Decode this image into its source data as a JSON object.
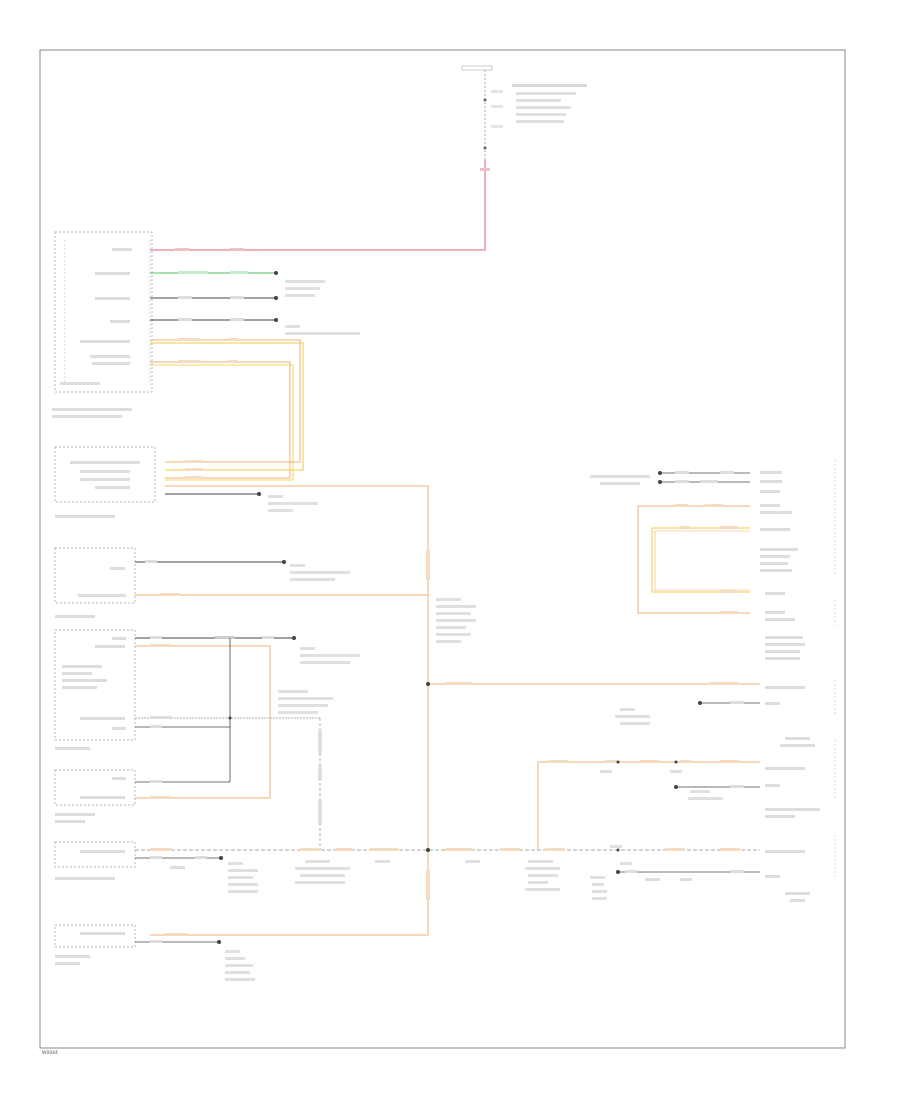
{
  "colors": {
    "border": "#8a8a8a",
    "wire_black": "#444444",
    "wire_red": "#e06070",
    "wire_green": "#4cc060",
    "wire_orange": "#f2b070",
    "wire_yellow": "#f0cc40",
    "component_outline": "#9a9a9a"
  },
  "footer_code": "W0044",
  "components": [
    {
      "id": "fuse-block",
      "label": ""
    },
    {
      "id": "body-control-module",
      "label": ""
    },
    {
      "id": "headlamp-switch",
      "label": ""
    },
    {
      "id": "instrument-cluster",
      "label": ""
    },
    {
      "id": "hazard-switch",
      "label": ""
    },
    {
      "id": "climate-control",
      "label": ""
    },
    {
      "id": "cup-holder-lamp",
      "label": ""
    },
    {
      "id": "rear-center-lamp",
      "label": ""
    },
    {
      "id": "passenger-window-switch",
      "label": ""
    },
    {
      "id": "power-outlet-switch",
      "label": ""
    },
    {
      "id": "glove-box-lamp",
      "label": ""
    },
    {
      "id": "radio",
      "label": ""
    }
  ]
}
